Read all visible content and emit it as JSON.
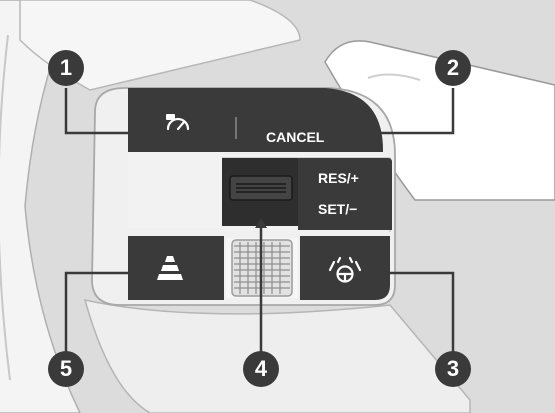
{
  "buttons": {
    "cancel_label": "CANCEL",
    "res_label": "RES/+",
    "set_label": "SET/−"
  },
  "callouts": [
    "1",
    "2",
    "3",
    "4",
    "5"
  ],
  "icons": {
    "button_1": "cruise-control-meter-icon",
    "button_3": "lane-keeping-assist-icon",
    "button_5": "following-distance-icon"
  },
  "colors": {
    "background": "#dcdcdc",
    "wheel_surface": "#f2f2f2",
    "wheel_outline": "#b5b5b5",
    "button_dark": "#3a3a3a",
    "callout": "#3a3a3a"
  }
}
